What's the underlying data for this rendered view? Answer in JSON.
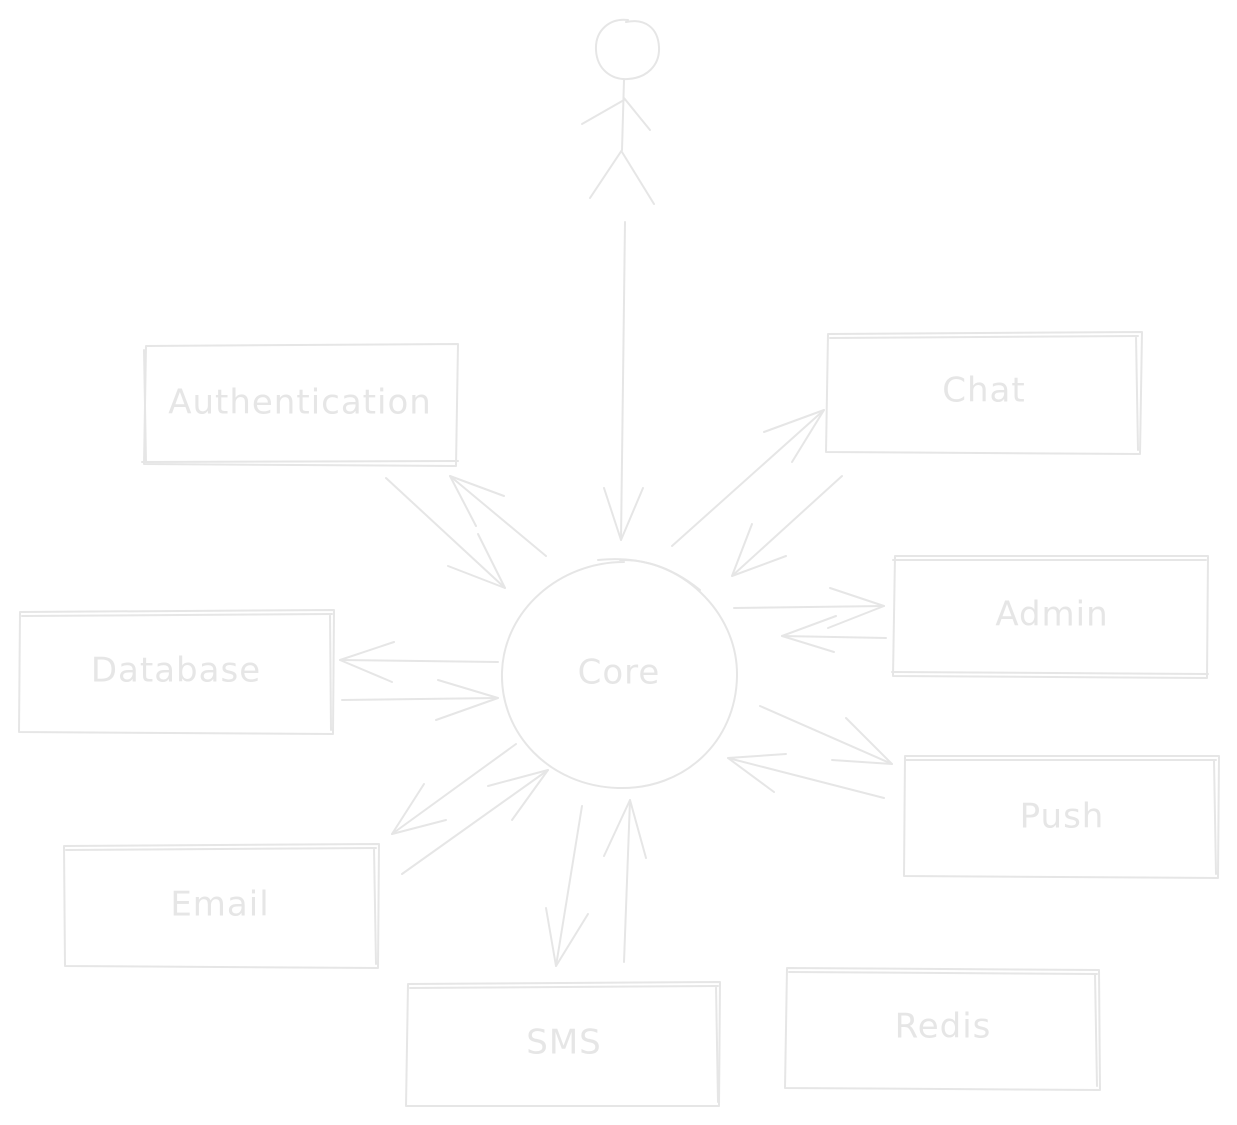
{
  "diagram": {
    "colors": {
      "stroke": "#e6e6e6",
      "text": "#e6e6e6",
      "background": "#ffffff"
    },
    "actor": {
      "icon": "stick-figure-user-icon"
    },
    "center": {
      "label": "Core"
    },
    "nodes": {
      "authentication": "Authentication",
      "chat": "Chat",
      "admin": "Admin",
      "database": "Database",
      "push": "Push",
      "email": "Email",
      "sms": "SMS",
      "redis": "Redis"
    },
    "connections": [
      {
        "from": "actor",
        "to": "Core"
      },
      {
        "from": "Authentication",
        "to": "Core"
      },
      {
        "from": "Core",
        "to": "Authentication"
      },
      {
        "from": "Core",
        "to": "Chat"
      },
      {
        "from": "Chat",
        "to": "Core"
      },
      {
        "from": "Core",
        "to": "Admin"
      },
      {
        "from": "Admin",
        "to": "Core"
      },
      {
        "from": "Core",
        "to": "Database"
      },
      {
        "from": "Database",
        "to": "Core"
      },
      {
        "from": "Core",
        "to": "Push"
      },
      {
        "from": "Push",
        "to": "Core"
      },
      {
        "from": "Core",
        "to": "Email"
      },
      {
        "from": "Email",
        "to": "Core"
      },
      {
        "from": "Core",
        "to": "SMS"
      },
      {
        "from": "SMS",
        "to": "Core"
      }
    ]
  }
}
